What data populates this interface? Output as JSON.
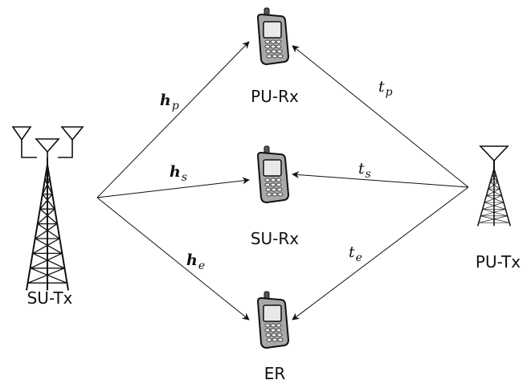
{
  "nodes": {
    "su_tx": {
      "label": "SU-Tx"
    },
    "pu_tx": {
      "label": "PU-Tx"
    },
    "pu_rx": {
      "label": "PU-Rx"
    },
    "su_rx": {
      "label": "SU-Rx"
    },
    "er": {
      "label": "ER"
    }
  },
  "edges": {
    "hp": {
      "symbol": "h",
      "subscript": "p",
      "from": "SU-Tx",
      "to": "PU-Rx"
    },
    "hs": {
      "symbol": "h",
      "subscript": "s",
      "from": "SU-Tx",
      "to": "SU-Rx"
    },
    "he": {
      "symbol": "h",
      "subscript": "e",
      "from": "SU-Tx",
      "to": "ER"
    },
    "tp": {
      "symbol": "t",
      "subscript": "p",
      "from": "PU-Tx",
      "to": "PU-Rx"
    },
    "ts": {
      "symbol": "t",
      "subscript": "s",
      "from": "PU-Tx",
      "to": "SU-Rx"
    },
    "te": {
      "symbol": "t",
      "subscript": "e",
      "from": "PU-Tx",
      "to": "ER"
    }
  },
  "icons": {
    "su_tx": "cell-tower-icon",
    "pu_tx": "cell-tower-icon",
    "phones": "mobile-phone-icon"
  },
  "colors": {
    "stroke": "#111111",
    "phone_body": "#a9a9a9",
    "phone_screen": "#e8e8e8"
  }
}
